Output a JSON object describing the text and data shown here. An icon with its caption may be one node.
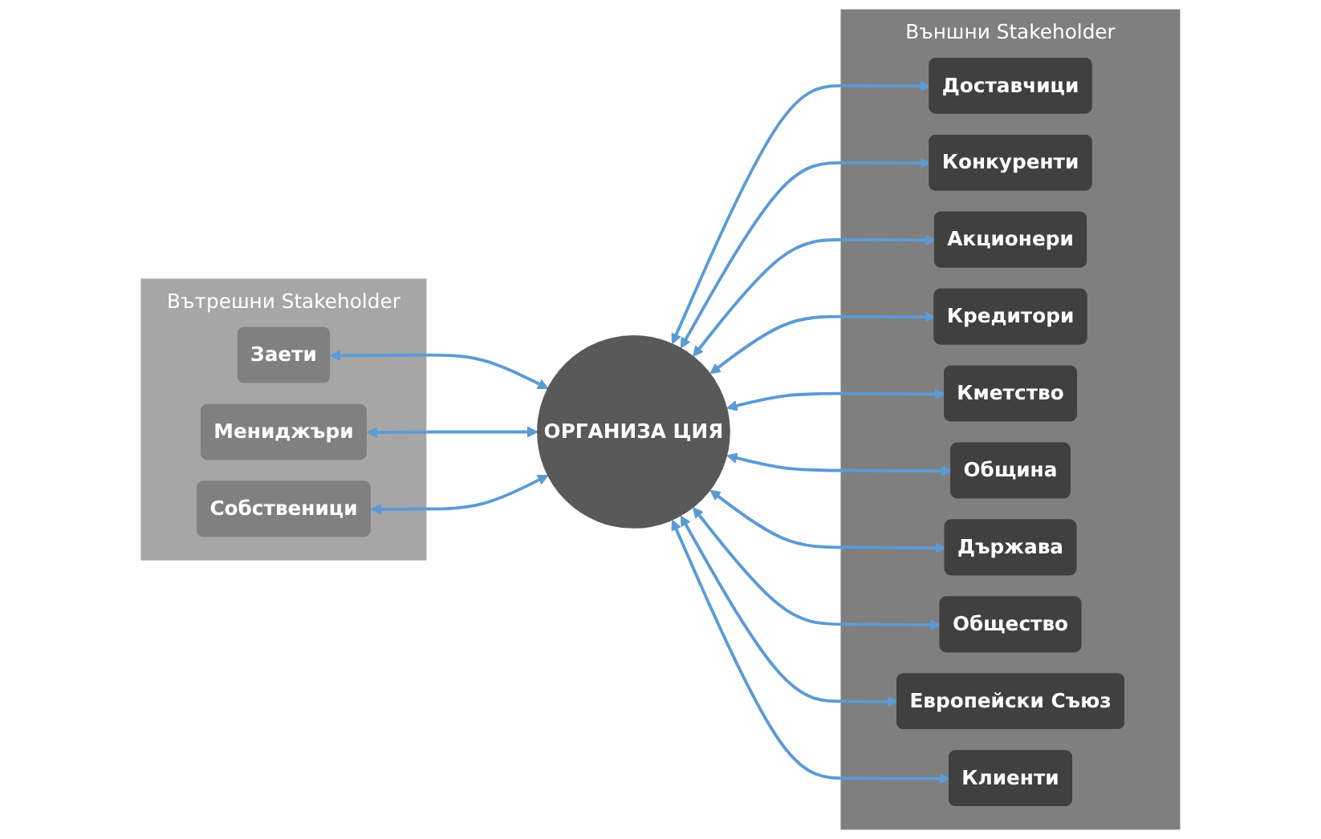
{
  "diagram": {
    "nodes": [
      {
        "text": [
          "Вътрешни Stakeholder"
        ]
      },
      {
        "text": [
          "Заети"
        ],
        "in": 0
      },
      {
        "text": [
          "Мениджъри"
        ],
        "in": 0
      },
      {
        "text": [
          "Собственици"
        ],
        "in": 0
      },
      {
        "text": [
          "ОРГАНИЗА ЦИЯ"
        ]
      },
      {
        "text": [
          "Външни Stakeholder"
        ]
      },
      {
        "text": [
          "Доставчици"
        ],
        "in": 5
      },
      {
        "text": [
          "Конкуренти"
        ],
        "in": 5
      },
      {
        "text": [
          "Акционери"
        ],
        "in": 5
      },
      {
        "text": [
          "Кредитори"
        ],
        "in": 5
      },
      {
        "text": [
          "Кметство"
        ],
        "in": 5
      },
      {
        "text": [
          "Община"
        ],
        "in": 5
      },
      {
        "text": [
          "Държава"
        ],
        "in": 5
      },
      {
        "text": [
          "Общество"
        ],
        "in": 5
      },
      {
        "text": [
          "Европейски Съюз"
        ],
        "in": 5
      },
      {
        "text": [
          "Клиенти"
        ],
        "in": 5
      }
    ],
    "edges": [
      {
        "from": 1,
        "to": 4,
        "arrow": "both"
      },
      {
        "from": 2,
        "to": 4,
        "arrow": "both"
      },
      {
        "from": 3,
        "to": 4,
        "arrow": "both"
      },
      {
        "from": 4,
        "to": 6,
        "arrow": "both"
      },
      {
        "from": 4,
        "to": 7,
        "arrow": "both"
      },
      {
        "from": 4,
        "to": 8,
        "arrow": "both"
      },
      {
        "from": 4,
        "to": 9,
        "arrow": "both"
      },
      {
        "from": 4,
        "to": 10,
        "arrow": "both"
      },
      {
        "from": 4,
        "to": 11,
        "arrow": "both"
      },
      {
        "from": 4,
        "to": 12,
        "arrow": "both"
      },
      {
        "from": 4,
        "to": 13,
        "arrow": "both"
      },
      {
        "from": 4,
        "to": 14,
        "arrow": "both"
      },
      {
        "from": 4,
        "to": 15,
        "arrow": "both"
      }
    ]
  }
}
